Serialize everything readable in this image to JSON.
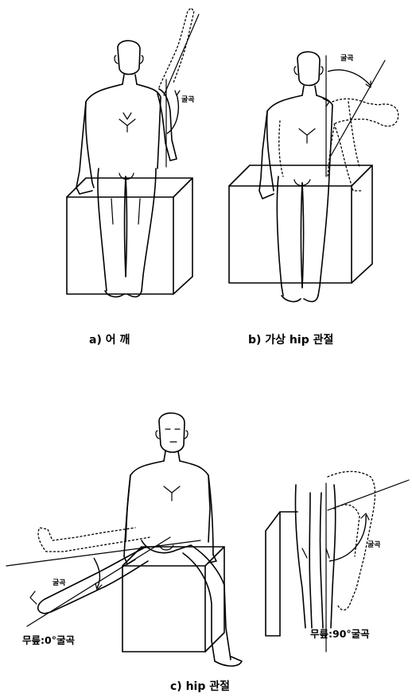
{
  "panels": {
    "a": {
      "caption": "a) 어 깨",
      "angle_label": "굴곡"
    },
    "b": {
      "caption": "b) 가상 hip 관절",
      "angle_label": "굴곡"
    },
    "c": {
      "caption": "c) hip 관절",
      "left_angle_label": "굴곡",
      "right_angle_label": "굴곡",
      "left_note": "무릎:0°굴곡",
      "right_note": "무릎:90°굴곡"
    }
  }
}
